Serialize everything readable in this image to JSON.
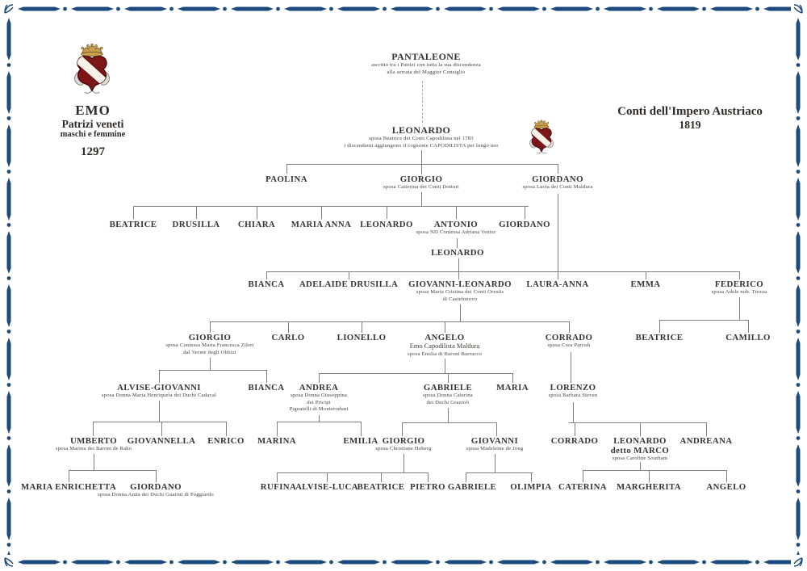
{
  "left_heading": {
    "title": "EMO",
    "subtitle1": "Patrizi veneti",
    "subtitle2": "maschi e femmine",
    "year": "1297"
  },
  "right_heading": {
    "title": "Conti dell'Impero Austriaco",
    "year": "1819"
  },
  "colors": {
    "border_blue": "#1c4a7e",
    "crest_red": "#7e1516",
    "crest_gold": "#c9a04f",
    "line_gray": "#7f7f7f",
    "text_dark": "#38332e"
  },
  "tree": {
    "persons": {
      "pantaleone": {
        "name": "PANTALEONE",
        "sub1": "ascritto tra i Patrizi con tutta la sua discendenza",
        "sub2": "alla serrata del Maggior Consiglio"
      },
      "leonardo1": {
        "name": "LEONARDO",
        "sub1": "sposa Beatrice dei Conti Capodilista nel 1783",
        "sub2": "i discendenti aggiungono il cognome CAPODILISTA per lungo uso"
      },
      "paolina": {
        "name": "PAOLINA"
      },
      "giorgio1": {
        "name": "GIORGIO",
        "sub1": "sposa Catterina dei Conti Dottori"
      },
      "giordano1": {
        "name": "GIORDANO",
        "sub1": "sposa  Lucia dei Conti Maldura"
      },
      "beatrice1": {
        "name": "BEATRICE"
      },
      "drusilla": {
        "name": "DRUSILLA"
      },
      "chiara": {
        "name": "CHIARA"
      },
      "maria_anna": {
        "name": "MARIA ANNA"
      },
      "leonardo2": {
        "name": "LEONARDO"
      },
      "antonio": {
        "name": "ANTONIO",
        "sub1": "sposa  ND Contessa Adriana Venier"
      },
      "giordano2": {
        "name": "GIORDANO"
      },
      "leonardo3": {
        "name": "LEONARDO"
      },
      "bianca1": {
        "name": "BIANCA"
      },
      "adelaide_drusilla": {
        "name": "ADELAIDE DRUSILLA"
      },
      "giovanni_leonardo": {
        "name": "GIOVANNI-LEONARDO",
        "sub1": "sposa  Maria Cristina dei Conti Orestis",
        "sub2": "di Castelnuovo"
      },
      "laura_anna": {
        "name": "LAURA-ANNA"
      },
      "emma": {
        "name": "EMMA"
      },
      "federico": {
        "name": "FEDERICO",
        "sub1": "sposa  Adele nob. Trezza"
      },
      "giorgio2": {
        "name": "GIORGIO",
        "sub1": "sposa Contessa Maria Francesca Zileri",
        "sub2": "dal Verme degli Obbizi"
      },
      "carlo": {
        "name": "CARLO"
      },
      "lionello": {
        "name": "LIONELLO"
      },
      "angelo1": {
        "name": "ANGELO",
        "sub1": "Emo Capodilista Maldura",
        "sub2": "sposa Emilia di Baroni Barracco"
      },
      "corrado1": {
        "name": "CORRADO",
        "sub1": "sposa  Cora Parrish"
      },
      "beatrice2": {
        "name": "BEATRICE"
      },
      "camillo": {
        "name": "CAMILLO"
      },
      "alvise_giovanni": {
        "name": "ALVISE-GIOVANNI",
        "sub1": "sposa  Donna Maria Henriqueta dei Duchi Cadaval"
      },
      "bianca2": {
        "name": "BIANCA"
      },
      "andrea": {
        "name": "ANDREA",
        "sub1": "sposa Donna Giuseppina",
        "sub2": "dei Pricipi",
        "sub3": "Pignatelli di Monteroduni"
      },
      "gabriele1": {
        "name": "GABRIELE",
        "sub1": "sposa Donna Caterina",
        "sub2": "dei Duchi Grazioli"
      },
      "maria": {
        "name": "MARIA"
      },
      "lorenzo": {
        "name": "LORENZO",
        "sub1": "sposa Barbara Steven"
      },
      "umberto": {
        "name": "UMBERTO",
        "sub1": "sposa Marina dei Baroni de Raho"
      },
      "giovannella": {
        "name": "GIOVANNELLA"
      },
      "enrico": {
        "name": "ENRICO"
      },
      "marina": {
        "name": "MARINA"
      },
      "emilia": {
        "name": "EMILIA"
      },
      "giorgio3": {
        "name": "GIORGIO",
        "sub1": "sposa Christiane Hoberg"
      },
      "giovanni": {
        "name": "GIOVANNI",
        "sub1": "sposa Madeleine de Jong"
      },
      "corrado2": {
        "name": "CORRADO"
      },
      "leonardo_marco": {
        "name": "LEONARDO",
        "name2": "detto MARCO",
        "sub1": "sposa  Caroline Southam"
      },
      "andreana": {
        "name": "ANDREANA"
      },
      "maria_enrichetta": {
        "name": "MARIA ENRICHETTA"
      },
      "giordano3": {
        "name": "GIORDANO",
        "sub1": "sposa Donna Anna dei Duchi Guarini di Poggiardo"
      },
      "rufina": {
        "name": "RUFINA"
      },
      "alvise_luca": {
        "name": "ALVISE-LUCA"
      },
      "beatrice3": {
        "name": "BEATRICE"
      },
      "pietro": {
        "name": "PIETRO"
      },
      "gabriele2": {
        "name": "GABRIELE"
      },
      "olimpia": {
        "name": "OLIMPIA"
      },
      "caterina": {
        "name": "CATERINA"
      },
      "margherita": {
        "name": "MARGHERITA"
      },
      "angelo2": {
        "name": "ANGELO"
      }
    }
  }
}
